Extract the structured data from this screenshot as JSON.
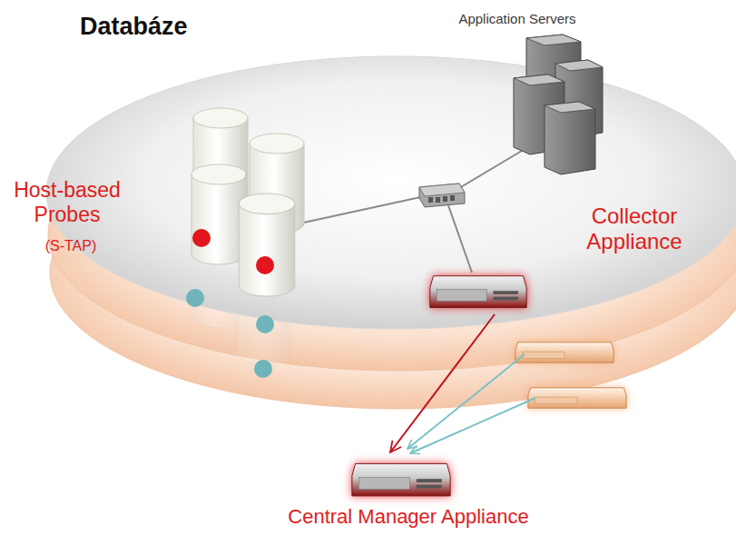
{
  "diagram": {
    "title": "Databáze",
    "nodes": [
      {
        "text": [
          "Application Servers"
        ]
      },
      {
        "text": [
          "Collector Appliance"
        ]
      },
      {
        "text": [
          "Central Manager Appliance"
        ]
      }
    ],
    "edges": [
      {
        "from": 1,
        "to": 2,
        "arrow": "to"
      }
    ],
    "labels": [
      "Host-based Probes",
      "(S-TAP)"
    ]
  }
}
